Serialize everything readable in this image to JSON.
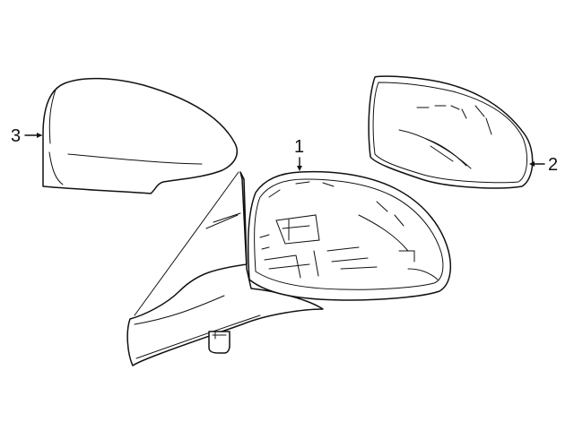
{
  "callouts": {
    "part1": "1",
    "part2": "2",
    "part3": "3"
  },
  "parts": [
    {
      "number": "1",
      "name": "mirror-housing-assembly"
    },
    {
      "number": "2",
      "name": "mirror-glass"
    },
    {
      "number": "3",
      "name": "mirror-cover"
    }
  ],
  "colors": {
    "line": "#111111",
    "background": "#ffffff"
  }
}
